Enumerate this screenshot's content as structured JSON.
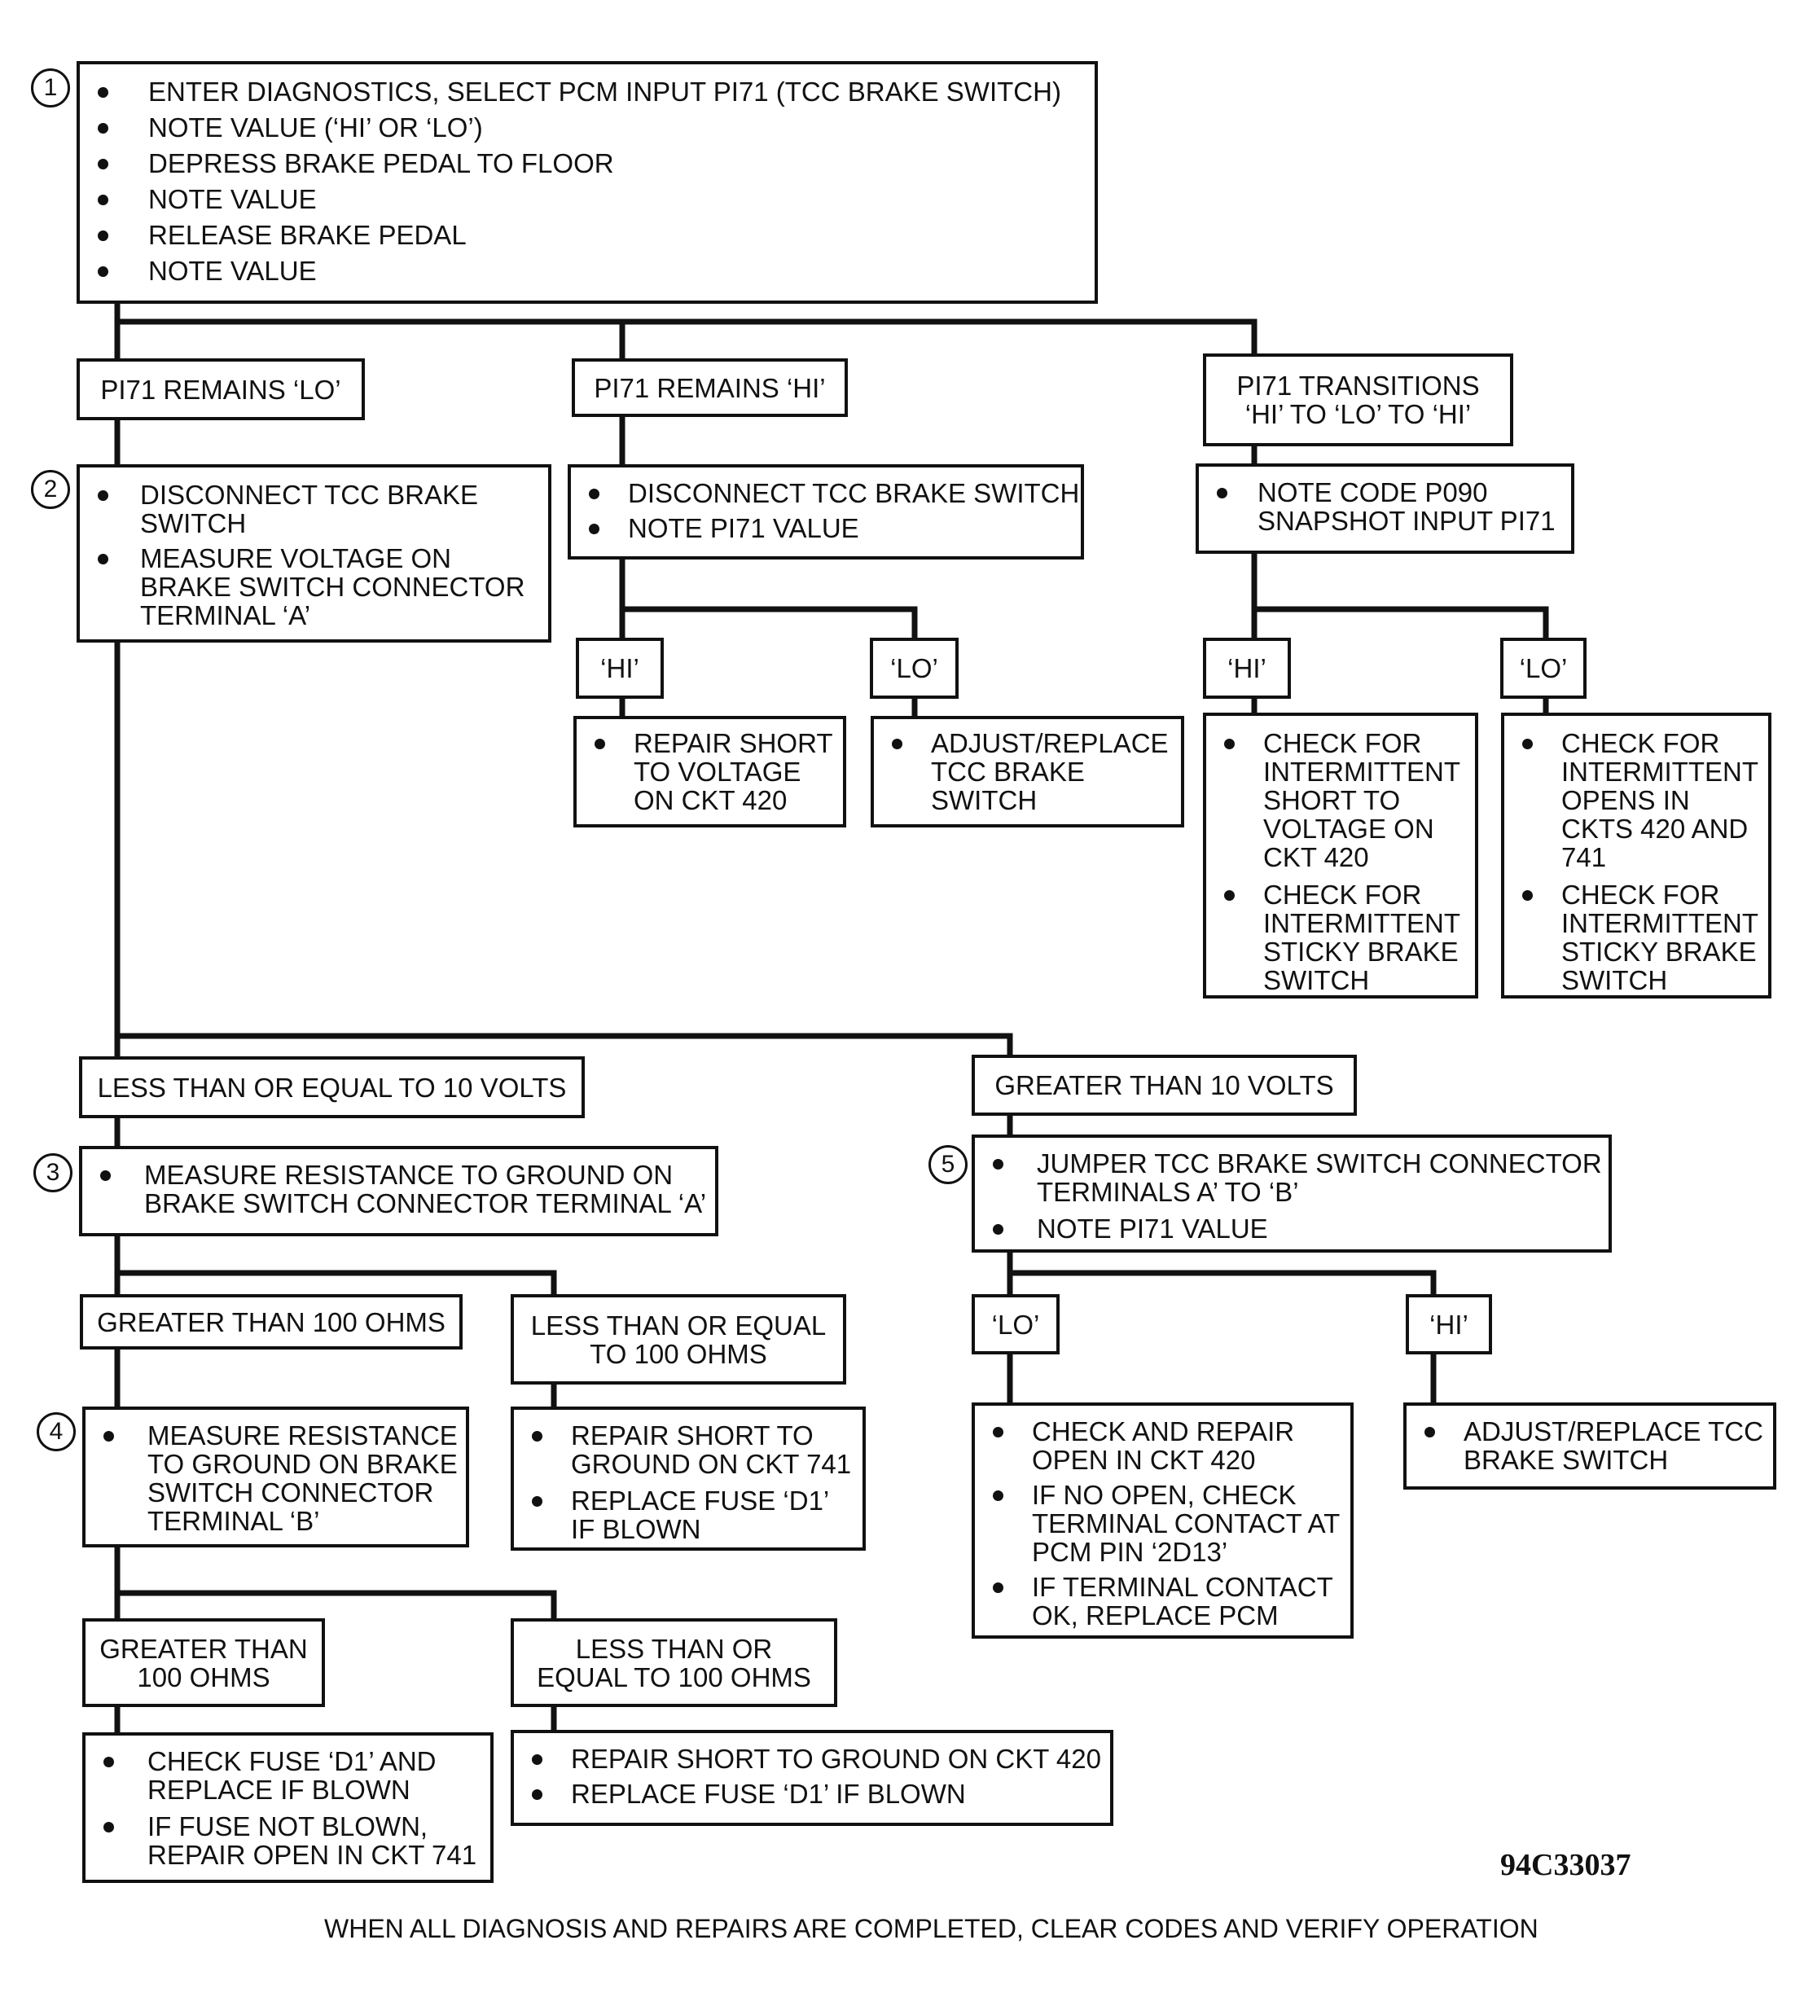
{
  "step_numbers": [
    "1",
    "2",
    "3",
    "4",
    "5"
  ],
  "step1": {
    "items": [
      "ENTER DIAGNOSTICS, SELECT PCM INPUT PI71 (TCC BRAKE SWITCH)",
      "NOTE VALUE (‘HI’ OR ‘LO’)",
      "DEPRESS BRAKE PEDAL TO FLOOR",
      "NOTE VALUE",
      "RELEASE BRAKE PEDAL",
      "NOTE VALUE"
    ]
  },
  "branch_pi71_lo": "PI71 REMAINS ‘LO’",
  "branch_pi71_hi": "PI71 REMAINS ‘HI’",
  "branch_pi71_transitions": "PI71 TRANSITIONS\n‘HI’ TO ‘LO’ TO ‘HI’",
  "step2": {
    "items": [
      "DISCONNECT TCC BRAKE\nSWITCH",
      "MEASURE VOLTAGE ON\nBRAKE SWITCH CONNECTOR\nTERMINAL ‘A’"
    ]
  },
  "hi_branch": {
    "items": [
      "DISCONNECT TCC BRAKE SWITCH",
      "NOTE PI71 VALUE"
    ],
    "hi_label": "‘HI’",
    "lo_label": "‘LO’",
    "hi_action": [
      "REPAIR SHORT\nTO VOLTAGE\nON CKT 420"
    ],
    "lo_action": [
      "ADJUST/REPLACE\nTCC BRAKE\nSWITCH"
    ]
  },
  "transition_branch": {
    "items": [
      "NOTE CODE P090\nSNAPSHOT INPUT PI71"
    ],
    "hi_label": "‘HI’",
    "lo_label": "‘LO’",
    "hi_action": [
      "CHECK FOR\nINTERMITTENT\nSHORT TO\nVOLTAGE ON\nCKT 420",
      "CHECK FOR\nINTERMITTENT\nSTICKY BRAKE\nSWITCH"
    ],
    "lo_action": [
      "CHECK FOR\nINTERMITTENT\nOPENS IN\nCKTS 420 AND\n741",
      "CHECK FOR\nINTERMITTENT\nSTICKY BRAKE\nSWITCH"
    ]
  },
  "volts_le_10": "LESS THAN OR EQUAL TO 10 VOLTS",
  "volts_gt_10": "GREATER THAN 10 VOLTS",
  "step3": {
    "items": [
      "MEASURE RESISTANCE TO GROUND ON\nBRAKE SWITCH CONNECTOR TERMINAL ‘A’"
    ]
  },
  "ohms_gt_100_a": "GREATER THAN 100 OHMS",
  "ohms_le_100_a": "LESS THAN OR EQUAL\nTO 100 OHMS",
  "le100_a_action": [
    "REPAIR SHORT TO\nGROUND ON CKT 741",
    "REPLACE FUSE ‘D1’\nIF BLOWN"
  ],
  "step4": {
    "items": [
      "MEASURE RESISTANCE\nTO GROUND ON BRAKE\nSWITCH CONNECTOR\nTERMINAL ‘B’"
    ]
  },
  "ohms_gt_100_b": "GREATER THAN\n100 OHMS",
  "ohms_le_100_b": "LESS THAN OR\nEQUAL TO 100 OHMS",
  "gt100_b_action": [
    "CHECK FUSE ‘D1’ AND\nREPLACE IF BLOWN",
    "IF FUSE NOT BLOWN,\nREPAIR OPEN IN CKT 741"
  ],
  "le100_b_action": [
    "REPAIR SHORT TO GROUND ON CKT 420",
    "REPLACE FUSE ‘D1’ IF BLOWN"
  ],
  "step5": {
    "items": [
      "JUMPER TCC BRAKE SWITCH CONNECTOR\nTERMINALS A’ TO ‘B’",
      "NOTE PI71 VALUE"
    ]
  },
  "step5_lo_label": "‘LO’",
  "step5_hi_label": "‘HI’",
  "step5_lo_action": [
    "CHECK AND REPAIR\nOPEN IN CKT 420",
    "IF NO OPEN, CHECK\nTERMINAL CONTACT AT\nPCM PIN ‘2D13’",
    "IF TERMINAL CONTACT\nOK, REPLACE PCM"
  ],
  "step5_hi_action": [
    "ADJUST/REPLACE TCC\nBRAKE SWITCH"
  ],
  "figure_id": "94C33037",
  "footer": "WHEN ALL DIAGNOSIS AND REPAIRS ARE COMPLETED, CLEAR CODES AND VERIFY OPERATION"
}
